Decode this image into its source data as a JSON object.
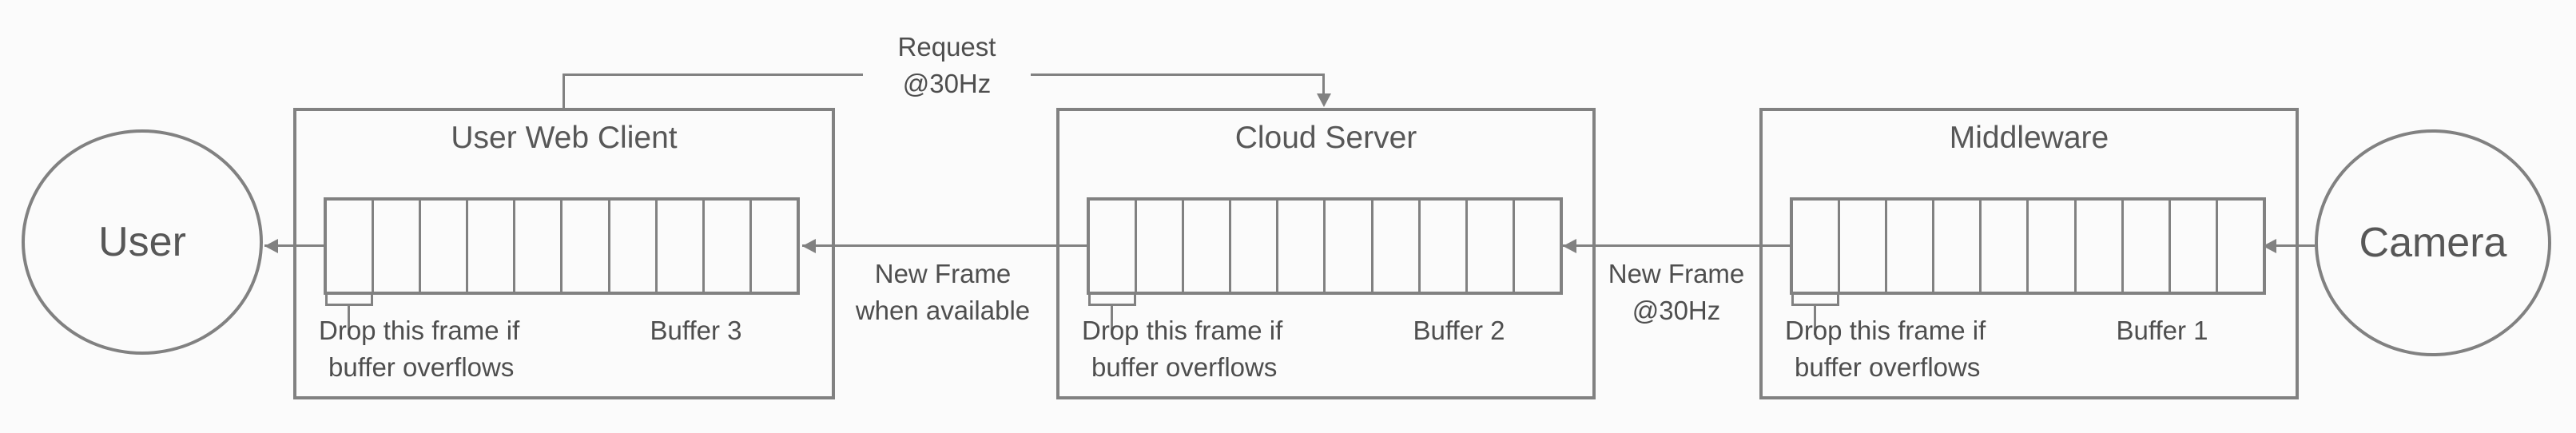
{
  "colors": {
    "background": "#fbfbfb",
    "stroke": "#818181",
    "title_text": "#575757",
    "body_text": "#4e4e4e"
  },
  "terminals": [
    {
      "label": "User"
    },
    {
      "label": "Camera"
    }
  ],
  "boxes": [
    {
      "title": "User Web Client",
      "buffer_label": "Buffer 3",
      "cell_count": 10,
      "drop_note": [
        "Drop this frame if",
        "buffer overflows"
      ]
    },
    {
      "title": "Cloud Server",
      "buffer_label": "Buffer 2",
      "cell_count": 10,
      "drop_note": [
        "Drop this frame if",
        "buffer overflows"
      ]
    },
    {
      "title": "Middleware",
      "buffer_label": "Buffer 1",
      "cell_count": 10,
      "drop_note": [
        "Drop this frame if",
        "buffer overflows"
      ]
    }
  ],
  "edges": {
    "request": {
      "lines": [
        "Request",
        "@30Hz"
      ]
    },
    "new_frame_when_available": {
      "lines": [
        "New Frame",
        "when available"
      ]
    },
    "new_frame_30hz": {
      "lines": [
        "New Frame",
        "@30Hz"
      ]
    }
  }
}
